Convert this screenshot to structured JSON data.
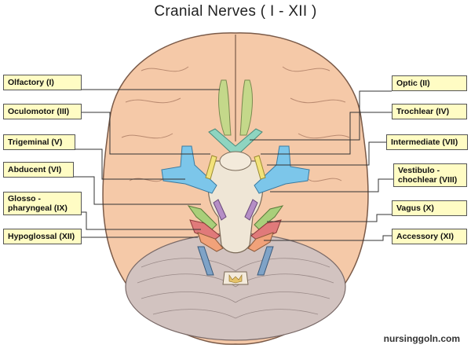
{
  "title": "Cranial Nerves ( I - XII )",
  "watermark": "nursinggoln.com",
  "labels": {
    "olfactory": "Olfactory (I)",
    "oculomotor": "Oculomotor (III)",
    "trigeminal": "Trigeminal (V)",
    "abducent": "Abducent (VI)",
    "glossopharyngeal_1": "Glosso -",
    "glossopharyngeal_2": "pharyngeal (IX)",
    "hypoglossal": "Hypoglossal (XII)",
    "optic": "Optic (II)",
    "trochlear": "Trochlear (IV)",
    "intermediate": "Intermediate (VII)",
    "vestibulocochlear_1": "Vestibulo -",
    "vestibulocochlear_2": "chochlear (VIII)",
    "vagus": "Vagus (X)",
    "accessory": "Accessory (XI)"
  },
  "colors": {
    "brain": "#f5c9a8",
    "brain_outline": "#7a5a48",
    "cerebellum": "#d2c3c0",
    "olfactory": "#c4d88a",
    "optic": "#8ed4c0",
    "trigeminal": "#7cc6ea",
    "oculomotor": "#f2e27a",
    "trochlear": "#b58ec6",
    "facial": "#a9cf7a",
    "vagus": "#e07a7a",
    "accessory": "#f1a27a",
    "hypoglossal": "#7fa3c7",
    "label_bg": "#fffcc4"
  }
}
